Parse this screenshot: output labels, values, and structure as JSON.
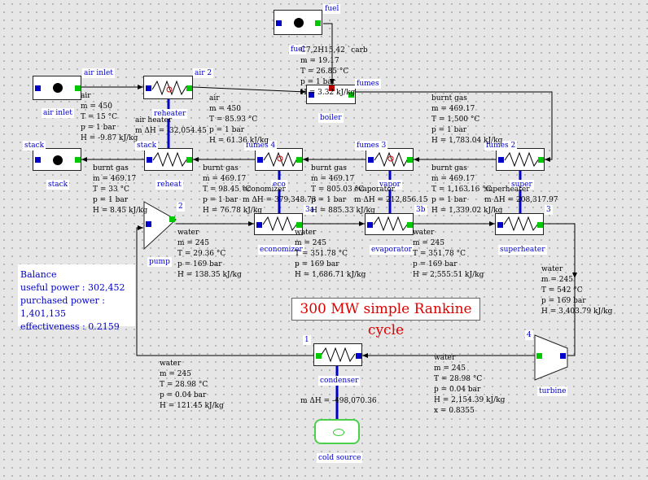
{
  "title": "300 MW simple Rankine cycle",
  "balance": {
    "heading": "Balance",
    "useful_power": "useful power : 302,452",
    "purchased_power": "purchased power : 1,401,135",
    "effectiveness": "effectiveness : 0.2159"
  },
  "components": {
    "fuel": {
      "label": "fuel",
      "port_label": "fuel"
    },
    "air_inlet": {
      "label": "air inlet",
      "port_label": "air inlet"
    },
    "reheater": {
      "label": "reheater",
      "port_label": "air 2"
    },
    "boiler": {
      "label": "boiler",
      "port_label": "fumes"
    },
    "stack": {
      "label": "stack",
      "port_label": "stack"
    },
    "reheat": {
      "label": "reheat",
      "port_label": "stack"
    },
    "eco": {
      "label": "eco",
      "port_label": "fumes 4"
    },
    "vapor": {
      "label": "vapor",
      "port_label": "fumes 3"
    },
    "super": {
      "label": "super",
      "port_label": "fumes 2"
    },
    "pump": {
      "label": "pump",
      "port_label": "2"
    },
    "economizer": {
      "label": "economizer",
      "port_label": "3a"
    },
    "evaporator": {
      "label": "evaporator",
      "port_label": "3b"
    },
    "superheater": {
      "label": "superheater",
      "port_label": "3"
    },
    "condenser": {
      "label": "condenser",
      "port_label": "1"
    },
    "turbine": {
      "label": "turbine",
      "port_label": "4"
    },
    "cold_source": {
      "label": "cold source"
    }
  },
  "states": {
    "fuel": [
      "C7,2H15,42 `carb",
      "m = 19.17",
      "T = 26.85 °C",
      "p = 1 bar",
      "H = 3.32 kJ/kg"
    ],
    "air_inlet": [
      "air",
      "m = 450",
      "T = 15 °C",
      "p = 1 bar",
      "H = -9.87 kJ/kg"
    ],
    "air_2": [
      "air",
      "m = 450",
      "T = 85.93 °C",
      "p = 1 bar",
      "H = 61.36 kJ/kg"
    ],
    "fumes": [
      "burnt gas",
      "m = 469.17",
      "T = 1,500 °C",
      "p = 1 bar",
      "H = 1,783.04 kJ/kg"
    ],
    "fumes_2": [
      "burnt gas",
      "m = 469.17",
      "T = 1,163.16 °C",
      "p = 1 bar",
      "H = 1,339.02 kJ/kg"
    ],
    "fumes_3": [
      "burnt gas",
      "m = 469.17",
      "T = 805.03 °C",
      "p = 1 bar",
      "H = 885.33 kJ/kg"
    ],
    "fumes_4": [
      "burnt gas",
      "m = 469.17",
      "T = 98.45 °C",
      "p = 1 bar",
      "H = 76.78 kJ/kg"
    ],
    "stack": [
      "burnt gas",
      "m = 469.17",
      "T = 33 °C",
      "p = 1 bar",
      "H = 8.45 kJ/kg"
    ],
    "w2": [
      "water",
      "m = 245",
      "T = 29.36 °C",
      "p = 169 bar",
      "H = 138.35 kJ/kg"
    ],
    "w3a": [
      "water",
      "m = 245",
      "T = 351.78 °C",
      "p = 169 bar",
      "H = 1,686.71 kJ/kg"
    ],
    "w3b": [
      "water",
      "m = 245",
      "T = 351.78 °C",
      "p = 169 bar",
      "H = 2,555.51 kJ/kg"
    ],
    "w3": [
      "water",
      "m = 245",
      "T = 542 °C",
      "p = 169 bar",
      "H = 3,403.79 kJ/kg"
    ],
    "w4": [
      "water",
      "m = 245",
      "T = 28.98 °C",
      "p = 0.04 bar",
      "H = 2,154.39 kJ/kg",
      "x = 0.8355"
    ],
    "w1": [
      "water",
      "m = 245",
      "T = 28.98 °C",
      "p = 0.04 bar",
      "H = 121.45 kJ/kg"
    ]
  },
  "exchanges": {
    "air_heater": [
      "air heater",
      "m ΔH = -32,054.45"
    ],
    "economizer": [
      "economizer",
      "m ΔH = 379,348.73"
    ],
    "evaporator": [
      "evaporator",
      "m ΔH = 212,856.15"
    ],
    "superheater": [
      "superheater",
      "m ΔH = 208,317.97"
    ],
    "condenser": [
      "m ΔH = -498,070.36"
    ]
  },
  "colors": {
    "line": "#000000",
    "heat": "#0000c8",
    "inlet_port": "#0000c8",
    "outlet_port": "#00c800",
    "title": "#e00000"
  }
}
